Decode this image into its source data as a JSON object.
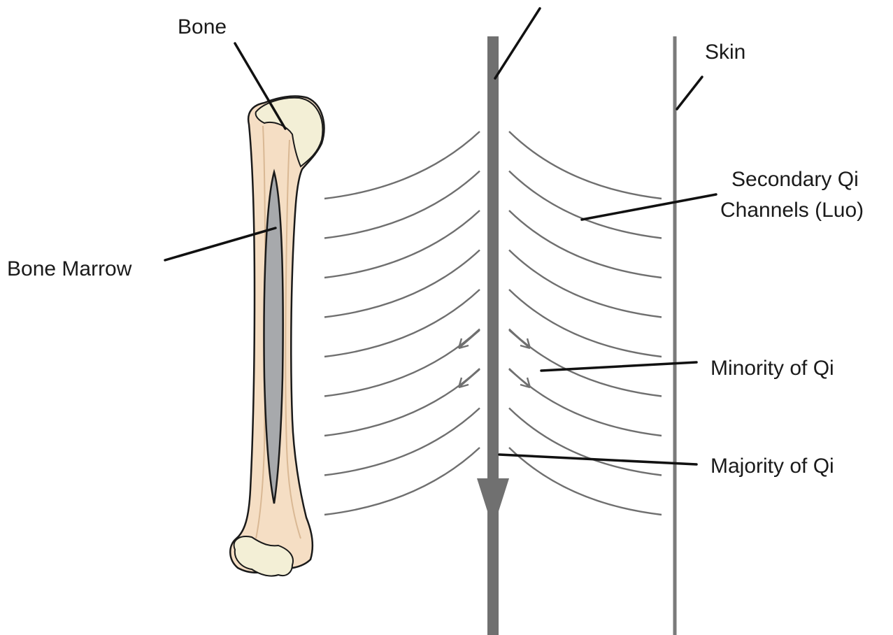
{
  "labels": {
    "bone": "Bone",
    "bone_marrow": "Bone Marrow",
    "skin": "Skin",
    "secondary_line1": "Secondary Qi",
    "secondary_line2": "Channels (Luo)",
    "minority": "Minority of Qi",
    "majority": "Majority of Qi"
  },
  "colors": {
    "bone_fill": "#f5dec4",
    "bone_head": "#f3efd6",
    "marrow": "#a7a9ac",
    "outline": "#1a1a1a",
    "channel": "#707070",
    "skin_line": "#7a7a7a",
    "luo_line": "#6f6f6f"
  }
}
